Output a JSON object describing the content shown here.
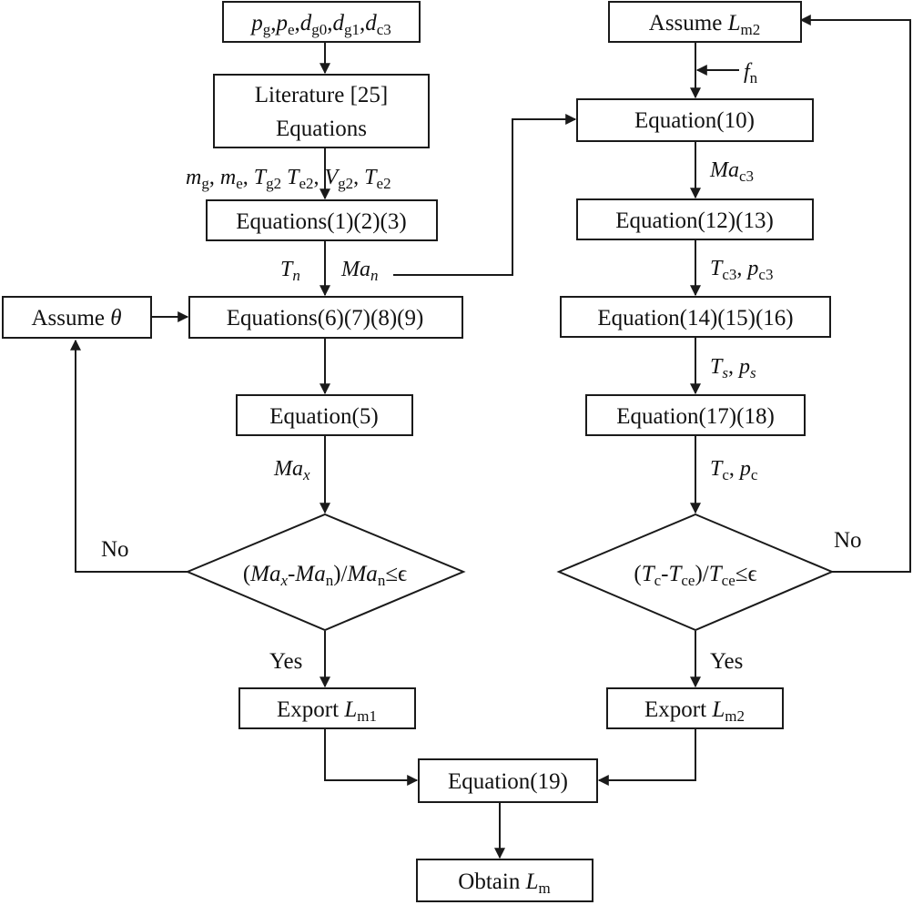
{
  "diagram": {
    "nodes": {
      "input_vars": {
        "text": "pg,pe,dg0,dg1,dc3"
      },
      "literature": {
        "line1": "Literature [25]",
        "line2": "Equations"
      },
      "eq_1_2_3": {
        "text": "Equations(1)(2)(3)"
      },
      "eq_6_9": {
        "text": "Equations(6)(7)(8)(9)"
      },
      "assume_theta": {
        "text": "Assume θ"
      },
      "eq_5": {
        "text": "Equation(5)"
      },
      "decision_left": {
        "text": "(Max-Man)/Man≤ϵ"
      },
      "export_lm1": {
        "text": "Export Lm1"
      },
      "assume_lm2": {
        "text": "Assume Lm2"
      },
      "eq_10": {
        "text": "Equation(10)"
      },
      "eq_12_13": {
        "text": "Equation(12)(13)"
      },
      "eq_14_16": {
        "text": "Equation(14)(15)(16)"
      },
      "eq_17_18": {
        "text": "Equation(17)(18)"
      },
      "decision_right": {
        "text": "(Tc-Tce)/Tce≤ϵ"
      },
      "export_lm2": {
        "text": "Export Lm2"
      },
      "eq_19": {
        "text": "Equation(19)"
      },
      "obtain_lm": {
        "text": "Obtain Lm"
      }
    },
    "edge_labels": {
      "mass_temps": "mg, me, Tg2 Te2, Vg2, Te2",
      "tn": "Tn",
      "man": "Man",
      "max": "Max",
      "fn": "fn",
      "mac3": "Mac3",
      "tc3_pc3": "Tc3, pc3",
      "ts_ps": "Ts, ps",
      "tc_pc": "Tc, pc",
      "no_left": "No",
      "yes_left": "Yes",
      "no_right": "No",
      "yes_right": "Yes"
    }
  }
}
